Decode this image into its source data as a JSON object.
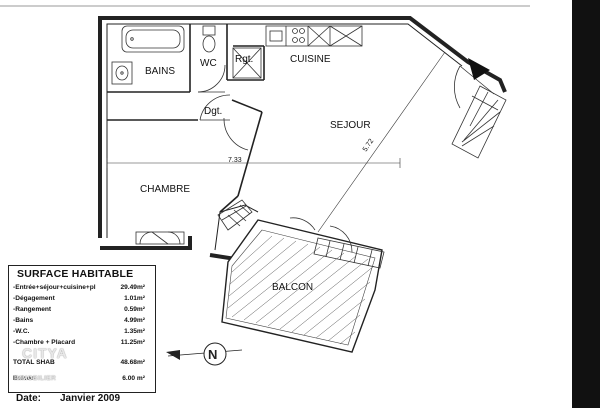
{
  "plan": {
    "rooms": {
      "bains": "BAINS",
      "wc": "WC",
      "rgt": "Rgt.",
      "cuisine": "CUISINE",
      "dgt": "Dgt.",
      "sejour": "SEJOUR",
      "chambre": "CHAMBRE",
      "balcon": "BALCON"
    },
    "dimensions": {
      "width": "7.33",
      "diagonal": "5.72"
    }
  },
  "legend": {
    "title": "SURFACE HABITABLE",
    "rows": [
      {
        "label": "-Entrée+séjour+cuisine+pl",
        "value": "29.49m²"
      },
      {
        "label": "-Dégagement",
        "value": "1.01m²"
      },
      {
        "label": "-Rangement",
        "value": "0.59m²"
      },
      {
        "label": "-Bains",
        "value": "4.99m²"
      },
      {
        "label": "-W.C.",
        "value": "1.35m²"
      },
      {
        "label": "-Chambre + Placard",
        "value": "11.25m²"
      },
      {
        "label": "TOTAL SHAB",
        "value": "48.68m²"
      },
      {
        "label": "Balcon",
        "value": "6.00 m²"
      }
    ]
  },
  "logo": {
    "brand": "CITYA",
    "sub": "IMMOBILIER"
  },
  "footer": {
    "date_label": "Date:",
    "date_value": "Janvier 2009"
  }
}
